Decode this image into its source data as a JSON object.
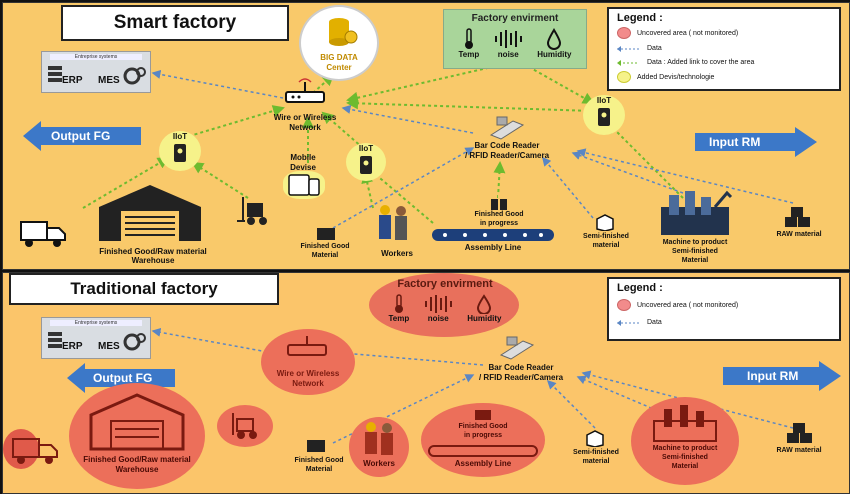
{
  "smart": {
    "title": "Smart factory",
    "legend": {
      "title": "Legend :",
      "items": [
        {
          "label": "Uncovered area ( not monitored)",
          "color": "#f28b8b"
        },
        {
          "label": "Data",
          "color": "#6a8fc0"
        },
        {
          "label": "Data : Added link to cover the area",
          "color": "#7cbf3a"
        },
        {
          "label": "Added Devis/technologie",
          "color": "#f6f28a"
        }
      ]
    },
    "env": {
      "title": "Factory envirment",
      "items": [
        "Temp",
        "noise",
        "Humidity"
      ]
    },
    "big_data": [
      "BIG DATA",
      "Center"
    ],
    "enterprise": {
      "header": "Entreprise systems",
      "erp": "ERP",
      "mes": "MES"
    },
    "network": [
      "Wire or Wireless",
      "Network"
    ],
    "iiot": "IIoT",
    "output": "Output FG",
    "input": "Input RM",
    "mobile": [
      "Mobile",
      "Devise"
    ],
    "barcode": [
      "Bar Code Reader",
      "/ RFID Reader/Camera"
    ],
    "finished_progress": [
      "Finished Good",
      "in progress"
    ],
    "warehouse": [
      "Finished Good/Raw material",
      "Warehouse"
    ],
    "finished_material": [
      "Finished Good",
      "Material"
    ],
    "workers": "Workers",
    "assembly": "Assembly Line",
    "semi": [
      "Semi-finished",
      "material"
    ],
    "machine": [
      "Machine to product",
      "Semi-finished",
      "Material"
    ],
    "raw": "RAW material"
  },
  "traditional": {
    "title": "Traditional factory",
    "legend": {
      "title": "Legend :",
      "items": [
        {
          "label": "Uncovered area ( not monitored)",
          "color": "#f28b8b"
        },
        {
          "label": "Data",
          "color": "#6a8fc0"
        }
      ]
    },
    "env": {
      "title": "Factory envirment",
      "items": [
        "Temp",
        "noise",
        "Humidity"
      ]
    },
    "enterprise": {
      "header": "Entreprise systems",
      "erp": "ERP",
      "mes": "MES"
    },
    "network": [
      "Wire or Wireless",
      "Network"
    ],
    "output": "Output FG",
    "input": "Input RM",
    "barcode": [
      "Bar Code Reader",
      "/ RFID Reader/Camera"
    ],
    "finished_progress": [
      "Finished Good",
      "in progress"
    ],
    "warehouse": [
      "Finished Good/Raw material",
      "Warehouse"
    ],
    "finished_material": [
      "Finished Good",
      "Material"
    ],
    "workers": "Workers",
    "assembly": "Assembly Line",
    "semi": [
      "Semi-finished",
      "material"
    ],
    "machine": [
      "Machine to product",
      "Semi-finished",
      "Material"
    ],
    "raw": "RAW material"
  }
}
